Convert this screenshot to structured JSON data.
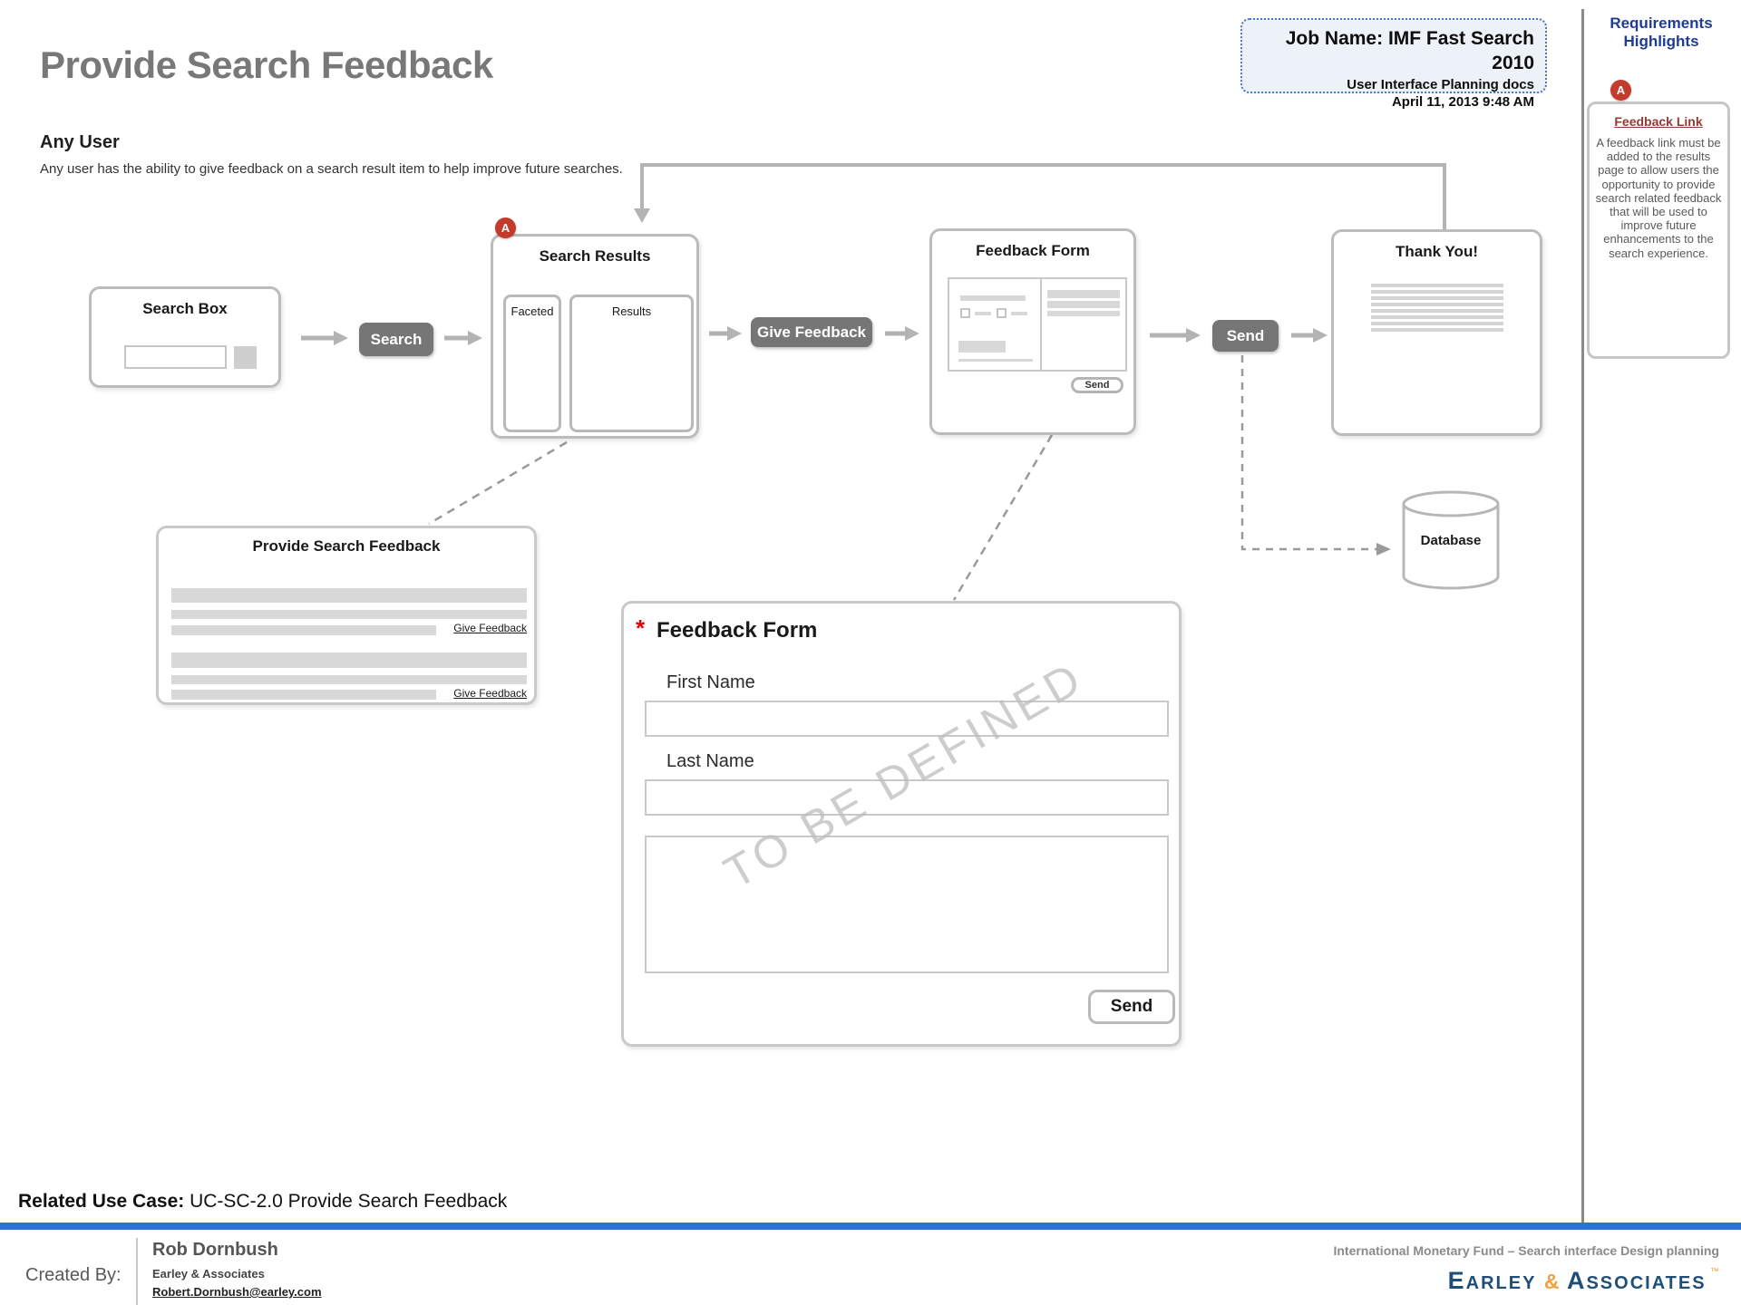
{
  "header": {
    "title": "Provide Search Feedback",
    "actor": "Any User",
    "description": "Any user has the ability to give feedback on a search result item to help improve future searches."
  },
  "job_box": {
    "line1": "Job Name: IMF Fast Search 2010",
    "line2": "User Interface Planning docs",
    "line3": "April 11, 2013 9:48 AM"
  },
  "sidebar": {
    "title_line1": "Requirements",
    "title_line2": "Highlights",
    "badge": "A",
    "link_label": "Feedback Link",
    "body": "A feedback link must be added to the results page to allow users the opportunity to provide search related feedback that will be used to improve future enhancements to the search experience."
  },
  "flow": {
    "search_box": {
      "title": "Search Box"
    },
    "search_button": "Search",
    "search_results": {
      "badge": "A",
      "title": "Search Results",
      "faceted_label": "Faceted",
      "results_label": "Results"
    },
    "give_feedback_button": "Give Feedback",
    "feedback_form": {
      "title": "Feedback Form",
      "send_label": "Send"
    },
    "send_button": "Send",
    "thank_you": {
      "title": "Thank You!"
    },
    "database_label": "Database"
  },
  "detail_results": {
    "title": "Provide Search Feedback",
    "link1": "Give Feedback",
    "link2": "Give Feedback"
  },
  "detail_form": {
    "required_mark": "*",
    "title": "Feedback Form",
    "first_name_label": "First Name",
    "last_name_label": "Last Name",
    "watermark": "TO BE DEFINED",
    "send_label": "Send"
  },
  "related": {
    "label": "Related Use Case:",
    "value": "UC-SC-2.0 Provide Search Feedback"
  },
  "footer": {
    "created_by": "Created By:",
    "author": "Rob Dornbush",
    "company": "Earley & Associates",
    "email": "Robert.Dornbush@earley.com",
    "project": "International Monetary Fund – Search interface Design planning",
    "logo_word1": "Earley",
    "logo_amp": "&",
    "logo_word2": "Associates",
    "logo_tm": "™"
  },
  "colors": {
    "accent_blue": "#2e74c7",
    "heading_blue": "#1e3c96",
    "badge_red": "#c33b2c",
    "button_gray": "#767676",
    "logo_navy": "#1f4e79",
    "logo_orange": "#f2a03d"
  }
}
